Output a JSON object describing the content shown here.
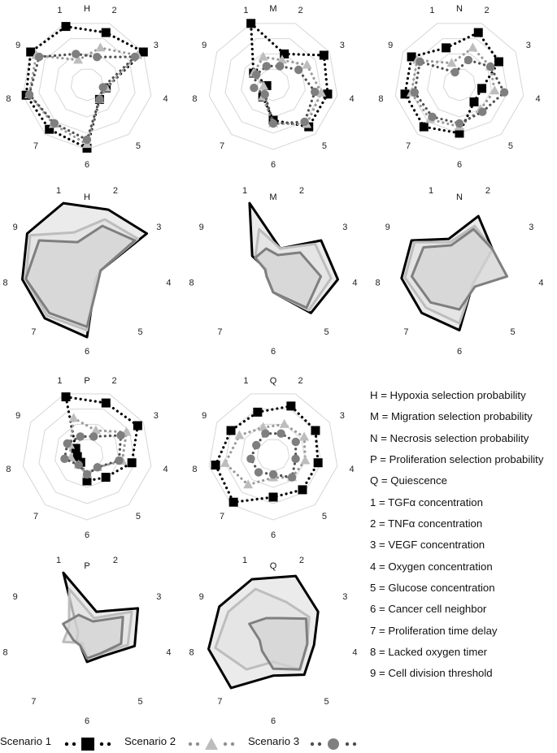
{
  "colors": {
    "scenario1": "#000000",
    "scenario2": "#bdbdbd",
    "scenario3": "#7f7f7f",
    "grid": "#d6d6d6",
    "fill": "#ebebeb"
  },
  "axis_labels": [
    "1",
    "2",
    "3",
    "4",
    "5",
    "6",
    "7",
    "8",
    "9"
  ],
  "definitions": [
    "H = Hypoxia selection probability",
    "M = Migration selection probability",
    "N = Necrosis selection probability",
    "P = Proliferation selection probability",
    "Q = Quiescence",
    "1 = TGFα concentration",
    "2 = TNFα concentration",
    "3 = VEGF concentration",
    "4 = Oxygen concentration",
    "5 = Glucose concentration",
    "6 = Cancer cell neighbor",
    "7 = Proliferation time delay",
    "8 = Lacked oxygen timer",
    "9 = Cell division threshold"
  ],
  "legend": [
    {
      "label": "Scenario 1",
      "marker": "square",
      "color": "#000000"
    },
    {
      "label": "Scenario 2",
      "marker": "triangle",
      "color": "#bdbdbd"
    },
    {
      "label": "Scenario 3",
      "marker": "circle",
      "color": "#7f7f7f"
    }
  ],
  "chart_data": [
    {
      "type": "radar",
      "style": "dotted-markers",
      "title": "H",
      "axes": [
        "1",
        "2",
        "3",
        "4",
        "5",
        "6",
        "7",
        "8",
        "9"
      ],
      "rmax": 1,
      "series": [
        {
          "name": "Scenario 1",
          "values": [
            0.95,
            0.85,
            1.0,
            0.3,
            0.3,
            0.98,
            0.9,
            0.95,
            1.0
          ]
        },
        {
          "name": "Scenario 2",
          "values": [
            0.4,
            0.6,
            0.9,
            0.3,
            0.3,
            0.92,
            0.8,
            0.9,
            0.9
          ]
        },
        {
          "name": "Scenario 3",
          "values": [
            0.5,
            0.45,
            0.85,
            0.25,
            0.3,
            0.85,
            0.78,
            0.9,
            0.85
          ]
        }
      ]
    },
    {
      "type": "radar",
      "style": "dotted-markers",
      "title": "M",
      "axes": [
        "1",
        "2",
        "3",
        "4",
        "5",
        "6",
        "7",
        "8",
        "9"
      ],
      "rmax": 1,
      "series": [
        {
          "name": "Scenario 1",
          "values": [
            1.0,
            0.5,
            0.9,
            0.85,
            0.85,
            0.55,
            0.25,
            0.1,
            0.35
          ]
        },
        {
          "name": "Scenario 2",
          "values": [
            0.45,
            0.4,
            0.6,
            0.75,
            0.8,
            0.6,
            0.25,
            0.15,
            0.35
          ]
        },
        {
          "name": "Scenario 3",
          "values": [
            0.3,
            0.3,
            0.45,
            0.65,
            0.75,
            0.6,
            0.2,
            0.3,
            0.3
          ]
        }
      ]
    },
    {
      "type": "radar",
      "style": "dotted-markers",
      "title": "N",
      "axes": [
        "1",
        "2",
        "3",
        "4",
        "5",
        "6",
        "7",
        "8",
        "9"
      ],
      "rmax": 1,
      "series": [
        {
          "name": "Scenario 1",
          "values": [
            0.6,
            0.85,
            0.7,
            0.35,
            0.35,
            0.75,
            0.85,
            0.85,
            0.85
          ]
        },
        {
          "name": "Scenario 2",
          "values": [
            0.35,
            0.6,
            0.55,
            0.55,
            0.5,
            0.65,
            0.7,
            0.75,
            0.75
          ]
        },
        {
          "name": "Scenario 3",
          "values": [
            0.2,
            0.4,
            0.55,
            0.7,
            0.55,
            0.6,
            0.65,
            0.7,
            0.7
          ]
        }
      ]
    },
    {
      "type": "radar",
      "style": "filled",
      "title": "H",
      "axes": [
        "1",
        "2",
        "3",
        "4",
        "5",
        "6",
        "7",
        "8",
        "9"
      ],
      "rmax": 1,
      "series": [
        {
          "name": "Scenario 1",
          "values": [
            1.0,
            0.9,
            1.0,
            0.2,
            0.2,
            1.0,
            0.95,
            0.95,
            1.0
          ]
        },
        {
          "name": "Scenario 2",
          "values": [
            0.55,
            0.75,
            0.85,
            0.2,
            0.2,
            0.9,
            0.9,
            0.9,
            0.95
          ]
        },
        {
          "name": "Scenario 3",
          "values": [
            0.4,
            0.65,
            0.8,
            0.2,
            0.25,
            0.85,
            0.85,
            0.9,
            0.8
          ]
        }
      ]
    },
    {
      "type": "radar",
      "style": "filled",
      "title": "M",
      "axes": [
        "1",
        "2",
        "3",
        "4",
        "5",
        "6",
        "7",
        "8",
        "9"
      ],
      "rmax": 1,
      "series": [
        {
          "name": "Scenario 1",
          "values": [
            1.0,
            0.3,
            0.8,
            0.95,
            0.85,
            0.35,
            0.15,
            0.1,
            0.35
          ]
        },
        {
          "name": "Scenario 2",
          "values": [
            0.6,
            0.3,
            0.7,
            0.85,
            0.8,
            0.35,
            0.15,
            0.12,
            0.3
          ]
        },
        {
          "name": "Scenario 3",
          "values": [
            0.3,
            0.2,
            0.45,
            0.7,
            0.75,
            0.35,
            0.15,
            0.12,
            0.3
          ]
        }
      ]
    },
    {
      "type": "radar",
      "style": "filled",
      "title": "N",
      "axes": [
        "1",
        "2",
        "3",
        "4",
        "5",
        "6",
        "7",
        "8",
        "9"
      ],
      "rmax": 1,
      "series": [
        {
          "name": "Scenario 1",
          "values": [
            0.45,
            0.8,
            0.55,
            0.3,
            0.3,
            0.9,
            0.85,
            0.85,
            0.8
          ]
        },
        {
          "name": "Scenario 2",
          "values": [
            0.4,
            0.65,
            0.55,
            0.3,
            0.3,
            0.8,
            0.75,
            0.8,
            0.75
          ]
        },
        {
          "name": "Scenario 3",
          "values": [
            0.35,
            0.6,
            0.55,
            0.7,
            0.35,
            0.6,
            0.65,
            0.7,
            0.6
          ]
        }
      ]
    },
    {
      "type": "radar",
      "style": "dotted-markers",
      "title": "P",
      "axes": [
        "1",
        "2",
        "3",
        "4",
        "5",
        "6",
        "7",
        "8",
        "9"
      ],
      "rmax": 1,
      "series": [
        {
          "name": "Scenario 1",
          "values": [
            0.95,
            0.85,
            0.9,
            0.7,
            0.45,
            0.4,
            0.15,
            0.15,
            0.2
          ]
        },
        {
          "name": "Scenario 2",
          "values": [
            0.6,
            0.4,
            0.7,
            0.55,
            0.25,
            0.3,
            0.2,
            0.25,
            0.3
          ]
        },
        {
          "name": "Scenario 3",
          "values": [
            0.3,
            0.3,
            0.6,
            0.5,
            0.25,
            0.3,
            0.2,
            0.35,
            0.35
          ]
        }
      ]
    },
    {
      "type": "radar",
      "style": "dotted-markers",
      "title": "Q",
      "axes": [
        "1",
        "2",
        "3",
        "4",
        "5",
        "6",
        "7",
        "8",
        "9"
      ],
      "rmax": 1,
      "series": [
        {
          "name": "Scenario 1",
          "values": [
            0.7,
            0.8,
            0.75,
            0.7,
            0.7,
            0.65,
            0.95,
            0.9,
            0.75
          ]
        },
        {
          "name": "Scenario 2",
          "values": [
            0.45,
            0.5,
            0.55,
            0.5,
            0.45,
            0.35,
            0.6,
            0.75,
            0.6
          ]
        },
        {
          "name": "Scenario 3",
          "values": [
            0.35,
            0.35,
            0.4,
            0.35,
            0.45,
            0.3,
            0.35,
            0.35,
            0.3
          ]
        }
      ]
    },
    {
      "type": "radar",
      "style": "filled",
      "title": "P",
      "axes": [
        "1",
        "2",
        "3",
        "4",
        "5",
        "6",
        "7",
        "8",
        "9"
      ],
      "rmax": 1,
      "series": [
        {
          "name": "Scenario 1",
          "values": [
            1.0,
            0.4,
            0.85,
            0.7,
            0.35,
            0.35,
            0.15,
            0.15,
            0.15
          ]
        },
        {
          "name": "Scenario 2",
          "values": [
            0.75,
            0.3,
            0.75,
            0.6,
            0.3,
            0.3,
            0.1,
            0.35,
            0.3
          ]
        },
        {
          "name": "Scenario 3",
          "values": [
            0.35,
            0.25,
            0.6,
            0.5,
            0.3,
            0.3,
            0.15,
            0.2,
            0.4
          ]
        }
      ]
    },
    {
      "type": "radar",
      "style": "filled",
      "title": "Q",
      "axes": [
        "1",
        "2",
        "3",
        "4",
        "5",
        "6",
        "7",
        "8",
        "9"
      ],
      "rmax": 1,
      "series": [
        {
          "name": "Scenario 1",
          "values": [
            0.9,
            0.95,
            0.75,
            0.6,
            0.7,
            0.55,
            0.95,
            0.95,
            0.9
          ]
        },
        {
          "name": "Scenario 2",
          "values": [
            0.75,
            0.55,
            0.6,
            0.5,
            0.6,
            0.35,
            0.6,
            0.85,
            0.75
          ]
        },
        {
          "name": "Scenario 3",
          "values": [
            0.3,
            0.3,
            0.55,
            0.5,
            0.6,
            0.45,
            0.25,
            0.2,
            0.4
          ]
        }
      ]
    }
  ]
}
